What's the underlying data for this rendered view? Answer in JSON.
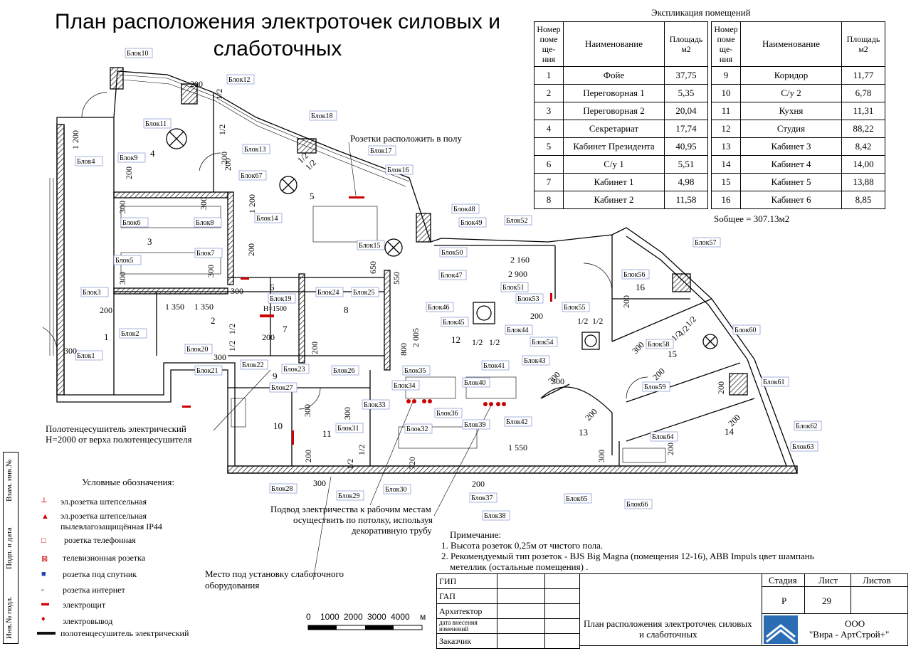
{
  "title": "План расположения электроточек силовых и слаботочных",
  "explication": {
    "caption": "Экспликация  помещений",
    "headers": {
      "num": "Номер поме ще- ния",
      "name": "Наименование",
      "area": "Площадь м2"
    },
    "rows_left": [
      {
        "n": "1",
        "name": "Фойе",
        "a": "37,75"
      },
      {
        "n": "2",
        "name": "Переговорная 1",
        "a": "5,35"
      },
      {
        "n": "3",
        "name": "Переговорная 2",
        "a": "20,04"
      },
      {
        "n": "4",
        "name": "Секретариат",
        "a": "17,74"
      },
      {
        "n": "5",
        "name": "Кабинет Президента",
        "a": "40,95"
      },
      {
        "n": "6",
        "name": "С/у 1",
        "a": "5,51"
      },
      {
        "n": "7",
        "name": "Кабинет 1",
        "a": "4,98"
      },
      {
        "n": "8",
        "name": "Кабинет 2",
        "a": "11,58"
      }
    ],
    "rows_right": [
      {
        "n": "9",
        "name": "Коридор",
        "a": "11,77"
      },
      {
        "n": "10",
        "name": "С/у 2",
        "a": "6,78"
      },
      {
        "n": "11",
        "name": "Кухня",
        "a": "11,31"
      },
      {
        "n": "12",
        "name": "Студия",
        "a": "88,22"
      },
      {
        "n": "13",
        "name": "Кабинет 3",
        "a": "8,42"
      },
      {
        "n": "14",
        "name": "Кабинет 4",
        "a": "14,00"
      },
      {
        "n": "15",
        "name": "Кабинет 5",
        "a": "13,88"
      },
      {
        "n": "16",
        "name": "Кабинет 6",
        "a": "8,85"
      }
    ],
    "total": "Sобщее =  307.13м2"
  },
  "notes": {
    "floor": "Розетки расположить в полу",
    "towel": "Полотенцесушитель электрический",
    "towel_h": "H=2000 от верха полотенцесушителя",
    "supply1": "Подвод электричества к рабочим местам",
    "supply2": "осуществить по потолку, используя",
    "supply3": "декоративную трубу",
    "weak1": "Место под установку слаботочного",
    "weak2": "оборудования",
    "blok19h": "H=1500"
  },
  "remark": {
    "head": "Примечание:",
    "l1": "1. Высота розеток 0,25м от чистого пола.",
    "l2": "2. Рекомендуемый тип розеток - BJS Big Magna (помещения 12-16),  ABB Impuls цвет шампань",
    "l3": "метеллик (остальные помещения) ."
  },
  "legend": {
    "head": "Условные обозначения:",
    "i1": "эл.розетка штепсельная",
    "i2a": "эл.розетка штепсельная",
    "i2b": "пылевлагозащищённая IP44",
    "i3": "розетка   телефонная",
    "i4": "телевизионная розетка",
    "i5": "розетка под спутник",
    "i6": "розетка интернет",
    "i7": "электрощит",
    "i8": "электровывод",
    "i9": "полотенцесушитель электрический"
  },
  "scale": {
    "l0": "0",
    "l1": "1000",
    "l2": "2000",
    "l3": "3000",
    "l4": "4000",
    "unit": "м"
  },
  "stamp": {
    "gip": "ГИП",
    "gap": "ГАП",
    "arch": "Архитектор",
    "date": "дата  внесения",
    "changes": "изменений",
    "customer": "Заказчик",
    "stage_h": "Стадия",
    "sheet_h": "Лист",
    "sheets_h": "Листов",
    "stage": "Р",
    "sheet": "29",
    "name1": "План расположения электроточек силовых",
    "name2": "и слаботочных",
    "org1": "ООО",
    "org2": "\"Вира - АртСтрой+\""
  },
  "side": {
    "s1": "Взам. инв.№",
    "s2": "Подп. и дата",
    "s3": "Инв.№ подл."
  },
  "rooms": [
    "1",
    "2",
    "3",
    "4",
    "5",
    "6",
    "7",
    "8",
    "9",
    "10",
    "11",
    "12",
    "13",
    "14",
    "15",
    "16"
  ],
  "bloks": [
    {
      "t": "Блок1"
    },
    {
      "t": "Блок2"
    },
    {
      "t": "Блок3"
    },
    {
      "t": "Блок4"
    },
    {
      "t": "Блок5"
    },
    {
      "t": "Блок6"
    },
    {
      "t": "Блок7"
    },
    {
      "t": "Блок8"
    },
    {
      "t": "Блок9"
    },
    {
      "t": "Блок10"
    },
    {
      "t": "Блок11"
    },
    {
      "t": "Блок12"
    },
    {
      "t": "Блок13"
    },
    {
      "t": "Блок14"
    },
    {
      "t": "Блок15"
    },
    {
      "t": "Блок16"
    },
    {
      "t": "Блок17"
    },
    {
      "t": "Блок18"
    },
    {
      "t": "Блок19"
    },
    {
      "t": "Блок20"
    },
    {
      "t": "Блок21"
    },
    {
      "t": "Блок22"
    },
    {
      "t": "Блок23"
    },
    {
      "t": "Блок24"
    },
    {
      "t": "Блок25"
    },
    {
      "t": "Блок26"
    },
    {
      "t": "Блок27"
    },
    {
      "t": "Блок28"
    },
    {
      "t": "Блок29"
    },
    {
      "t": "Блок30"
    },
    {
      "t": "Блок31"
    },
    {
      "t": "Блок32"
    },
    {
      "t": "Блок33"
    },
    {
      "t": "Блок34"
    },
    {
      "t": "Блок35"
    },
    {
      "t": "Блок36"
    },
    {
      "t": "Блок37"
    },
    {
      "t": "Блок38"
    },
    {
      "t": "Блок39"
    },
    {
      "t": "Блок40"
    },
    {
      "t": "Блок41"
    },
    {
      "t": "Блок42"
    },
    {
      "t": "Блок43"
    },
    {
      "t": "Блок44"
    },
    {
      "t": "Блок45"
    },
    {
      "t": "Блок46"
    },
    {
      "t": "Блок47"
    },
    {
      "t": "Блок48"
    },
    {
      "t": "Блок49"
    },
    {
      "t": "Блок50"
    },
    {
      "t": "Блок51"
    },
    {
      "t": "Блок52"
    },
    {
      "t": "Блок53"
    },
    {
      "t": "Блок54"
    },
    {
      "t": "Блок55"
    },
    {
      "t": "Блок56"
    },
    {
      "t": "Блок57"
    },
    {
      "t": "Блок58"
    },
    {
      "t": "Блок59"
    },
    {
      "t": "Блок60"
    },
    {
      "t": "Блок61"
    },
    {
      "t": "Блок62"
    },
    {
      "t": "Блок63"
    },
    {
      "t": "Блок64"
    },
    {
      "t": "Блок65"
    },
    {
      "t": "Блок66"
    },
    {
      "t": "Блок67"
    }
  ],
  "dims": [
    {
      "t": "1 200"
    },
    {
      "t": "200"
    },
    {
      "t": "200"
    },
    {
      "t": "1/2"
    },
    {
      "t": "1/2"
    },
    {
      "t": "200"
    },
    {
      "t": "1/2"
    },
    {
      "t": "1/2"
    },
    {
      "t": "300"
    },
    {
      "t": "300"
    },
    {
      "t": "1 200"
    },
    {
      "t": "200"
    },
    {
      "t": "300"
    },
    {
      "t": "200"
    },
    {
      "t": "300"
    },
    {
      "t": "1 350"
    },
    {
      "t": "1 350"
    },
    {
      "t": "300"
    },
    {
      "t": "1/2"
    },
    {
      "t": "1/2"
    },
    {
      "t": "200"
    },
    {
      "t": "200"
    },
    {
      "t": "300"
    },
    {
      "t": "650"
    },
    {
      "t": "550"
    },
    {
      "t": "2 160"
    },
    {
      "t": "2 900"
    },
    {
      "t": "2 005"
    },
    {
      "t": "800"
    },
    {
      "t": "1/2"
    },
    {
      "t": "1/2"
    },
    {
      "t": "200"
    },
    {
      "t": "1/2"
    },
    {
      "t": "1/2"
    },
    {
      "t": "200"
    },
    {
      "t": "200"
    },
    {
      "t": "300"
    },
    {
      "t": "1/2"
    },
    {
      "t": "1/2"
    },
    {
      "t": "300"
    },
    {
      "t": "200"
    },
    {
      "t": "300"
    },
    {
      "t": "200"
    },
    {
      "t": "300"
    },
    {
      "t": "200"
    },
    {
      "t": "200"
    },
    {
      "t": "300"
    },
    {
      "t": "300"
    },
    {
      "t": "1/2"
    },
    {
      "t": "720"
    },
    {
      "t": "1 550"
    },
    {
      "t": "200"
    },
    {
      "t": "300"
    },
    {
      "t": "200"
    },
    {
      "t": "1/2"
    },
    {
      "t": "1/2"
    },
    {
      "t": "200"
    },
    {
      "t": "300"
    }
  ]
}
